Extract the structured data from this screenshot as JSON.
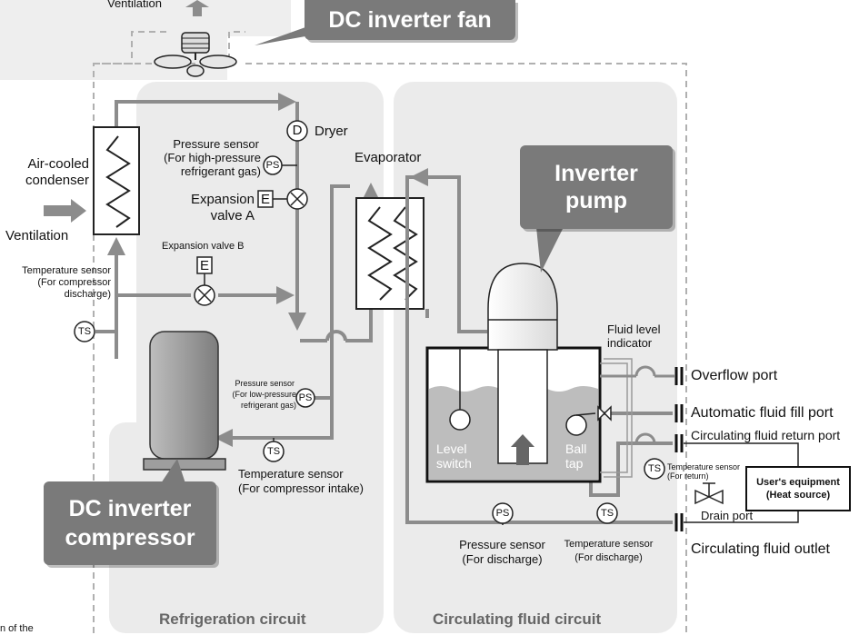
{
  "callouts": {
    "fan": "DC inverter fan",
    "pump_line1": "Inverter",
    "pump_line2": "pump",
    "compressor_line1": "DC inverter",
    "compressor_line2": "compressor"
  },
  "labels": {
    "ventilation_top": "Ventilation",
    "ventilation_left": "Ventilation",
    "condenser_line1": "Air-cooled",
    "condenser_line2": "condenser",
    "dryer": "Dryer",
    "dryer_symbol": "D",
    "ps_high_line1": "Pressure sensor",
    "ps_high_line2": "(For high-pressure",
    "ps_high_line3": "refrigerant gas)",
    "expansion_a_line1": "Expansion",
    "expansion_a_line2": "valve A",
    "expansion_b": "Expansion valve B",
    "e_symbol": "E",
    "ps_symbol": "PS",
    "ts_symbol": "TS",
    "evaporator": "Evaporator",
    "ts_discharge_comp_line1": "Temperature sensor",
    "ts_discharge_comp_line2": "(For compressor",
    "ts_discharge_comp_line3": "discharge)",
    "ps_low_line1": "Pressure sensor",
    "ps_low_line2": "(For low-pressure",
    "ps_low_line3": "refrigerant gas)",
    "ts_intake_line1": "Temperature sensor",
    "ts_intake_line2": "(For compressor intake)",
    "fluid_level_line1": "Fluid level",
    "fluid_level_line2": "indicator",
    "overflow_port": "Overflow port",
    "auto_fill_port": "Automatic fluid fill port",
    "return_port": "Circulating fluid return port",
    "ts_return_line1": "Temperature sensor",
    "ts_return_line2": "(For return)",
    "users_equipment_line1": "User's equipment",
    "users_equipment_line2": "(Heat source)",
    "drain_port": "Drain port",
    "outlet": "Circulating fluid outlet",
    "ps_discharge_line1": "Pressure sensor",
    "ps_discharge_line2": "(For discharge)",
    "ts_discharge_line1": "Temperature sensor",
    "ts_discharge_line2": "(For discharge)",
    "level_switch_line1": "Level",
    "level_switch_line2": "switch",
    "ball_tap_line1": "Ball",
    "ball_tap_line2": "tap",
    "fragment_bottom_left": "n of the"
  },
  "sections": {
    "refrigeration": "Refrigeration circuit",
    "circulating": "Circulating fluid circuit"
  },
  "colors": {
    "panel": "#ebebeb",
    "pipe": "#8c8c8c",
    "callout": "#7a7a7a",
    "dashed": "#b0b0b0"
  }
}
